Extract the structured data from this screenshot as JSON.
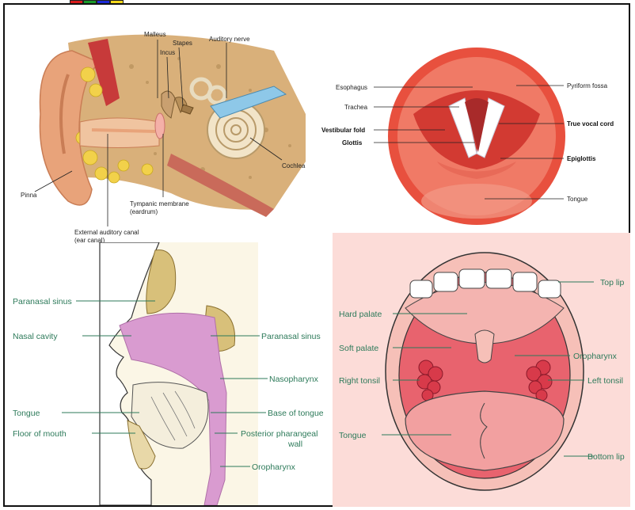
{
  "colors": {
    "swatches": [
      "#d81c1c",
      "#1a9a2a",
      "#1c2ad8",
      "#f4d81c"
    ],
    "label_green": "#2d7a5a",
    "ear_bone": "#d9b07a",
    "throat_red": "#e24a3c",
    "tissue_pink": "#d99bd0"
  },
  "ear": {
    "labels": {
      "malleus": "Malleus",
      "incus": "Incus",
      "stapes": "Stapes",
      "auditory_nerve": "Auditory nerve",
      "cochlea": "Cochlea",
      "pinna": "Pinna",
      "tympanic_1": "Tympanic membrane",
      "tympanic_2": "(eardrum)",
      "canal_1": "External auditory canal",
      "canal_2": "(ear canal)"
    }
  },
  "larynx": {
    "labels": {
      "esophagus": "Esophagus",
      "trachea": "Trachea",
      "vestibular_fold": "Vestibular fold",
      "glottis": "Glottis",
      "pyriform_fossa": "Pyriform fossa",
      "true_vocal_cord": "True vocal cord",
      "epiglottis": "Epiglottis",
      "tongue": "Tongue"
    }
  },
  "head": {
    "labels": {
      "paranasal_left": "Paranasal sinus",
      "nasal_cavity": "Nasal cavity",
      "paranasal_right": "Paranasal sinus",
      "nasopharynx": "Nasopharynx",
      "tongue": "Tongue",
      "base_of_tongue": "Base of tongue",
      "floor_of_mouth": "Floor of mouth",
      "posterior_wall_1": "Posterior pharangeal",
      "posterior_wall_2": "wall",
      "oropharynx": "Oropharynx"
    }
  },
  "mouth": {
    "labels": {
      "top_lip": "Top lip",
      "hard_palate": "Hard palate",
      "soft_palate": "Soft palate",
      "oropharynx": "Oropharynx",
      "right_tonsil": "Right tonsil",
      "left_tonsil": "Left tonsil",
      "tongue": "Tongue",
      "bottom_lip": "Bottom lip"
    }
  }
}
